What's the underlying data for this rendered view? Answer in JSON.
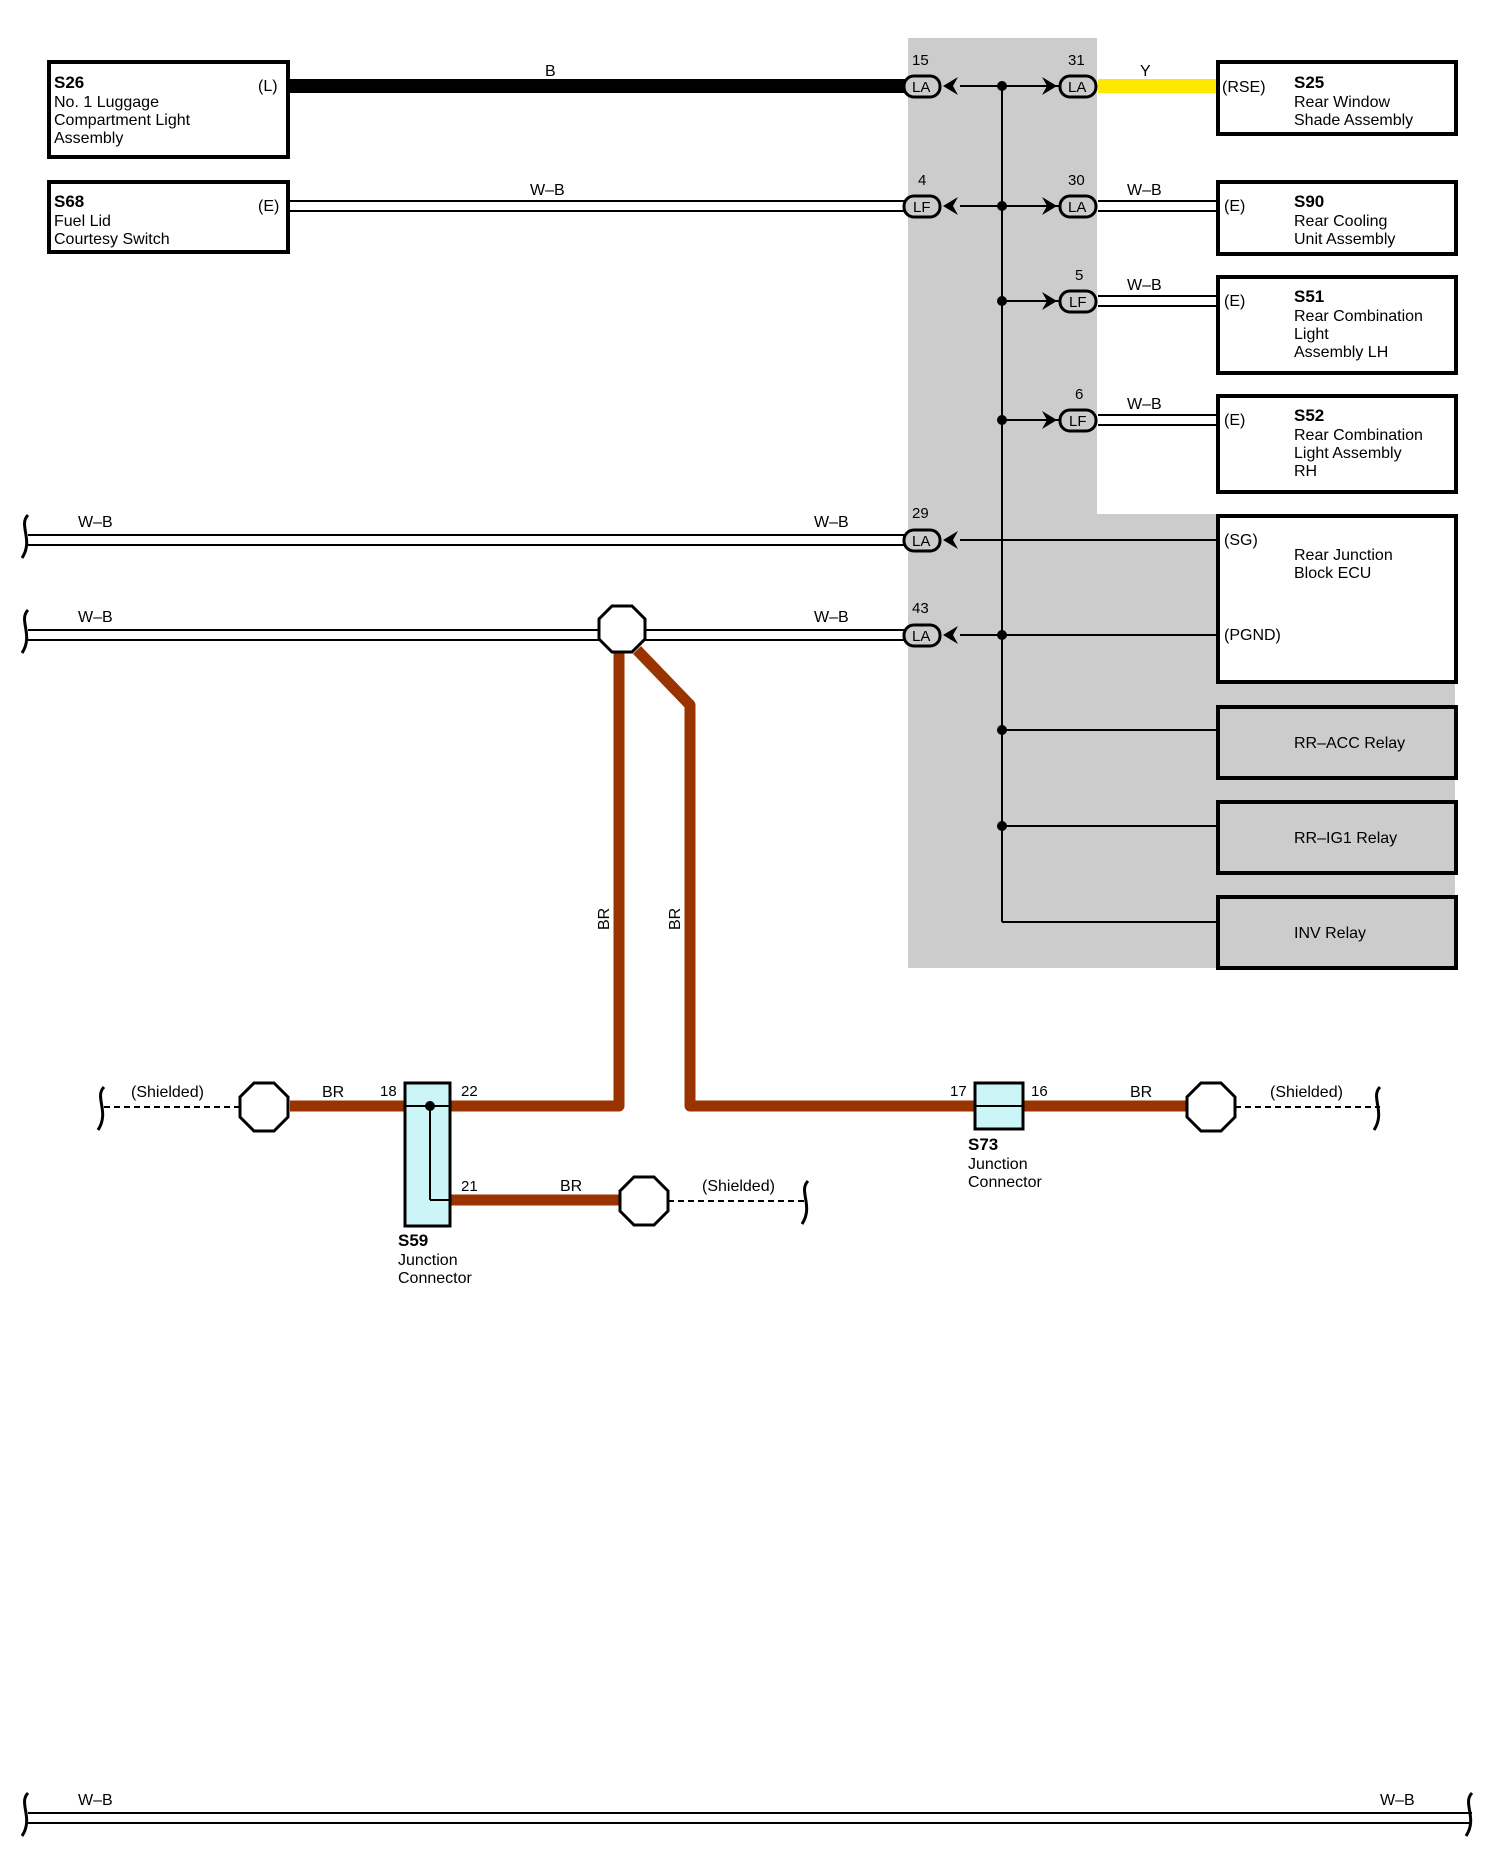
{
  "components": {
    "s26": {
      "code": "S26",
      "lines": [
        "No. 1 Luggage",
        "Compartment Light",
        "Assembly"
      ],
      "term": "(L)"
    },
    "s68": {
      "code": "S68",
      "lines": [
        "Fuel Lid",
        "Courtesy Switch"
      ],
      "term": "(E)"
    },
    "s25": {
      "code": "S25",
      "lines": [
        "Rear Window",
        "Shade Assembly"
      ],
      "term": "(RSE)"
    },
    "s90": {
      "code": "S90",
      "lines": [
        "Rear Cooling",
        "Unit Assembly"
      ],
      "term": "(E)"
    },
    "s51": {
      "code": "S51",
      "lines": [
        "Rear Combination",
        "Light",
        "Assembly LH"
      ],
      "term": "(E)"
    },
    "s52": {
      "code": "S52",
      "lines": [
        "Rear Combination",
        "Light Assembly",
        "RH"
      ],
      "term": "(E)"
    },
    "ecu": {
      "lines": [
        "Rear Junction",
        "Block ECU"
      ],
      "term_sg": "(SG)",
      "term_pgnd": "(PGND)"
    },
    "relay_acc": {
      "label": "RR–ACC Relay"
    },
    "relay_ig1": {
      "label": "RR–IG1 Relay"
    },
    "relay_inv": {
      "label": "INV Relay"
    },
    "s59": {
      "code": "S59",
      "lines": [
        "Junction",
        "Connector"
      ],
      "pins": [
        "18",
        "22",
        "21"
      ]
    },
    "s73": {
      "code": "S73",
      "lines": [
        "Junction",
        "Connector"
      ],
      "pins": [
        "17",
        "16"
      ]
    }
  },
  "connectors": {
    "c15": {
      "pin": "15",
      "name": "LA"
    },
    "c31": {
      "pin": "31",
      "name": "LA"
    },
    "c4": {
      "pin": "4",
      "name": "LF"
    },
    "c30": {
      "pin": "30",
      "name": "LA"
    },
    "c5": {
      "pin": "5",
      "name": "LF"
    },
    "c6": {
      "pin": "6",
      "name": "LF"
    },
    "c29": {
      "pin": "29",
      "name": "LA"
    },
    "c43": {
      "pin": "43",
      "name": "LA"
    }
  },
  "wires": {
    "b": "B",
    "y": "Y",
    "wb": "W–B",
    "br": "BR",
    "shielded": "(Shielded)"
  },
  "colors": {
    "black_wire": "#000000",
    "yellow_wire": "#ffe800",
    "brown_wire": "#993300",
    "ecu_shade": "#cccccc",
    "junction_fill": "#ccf5f7"
  }
}
